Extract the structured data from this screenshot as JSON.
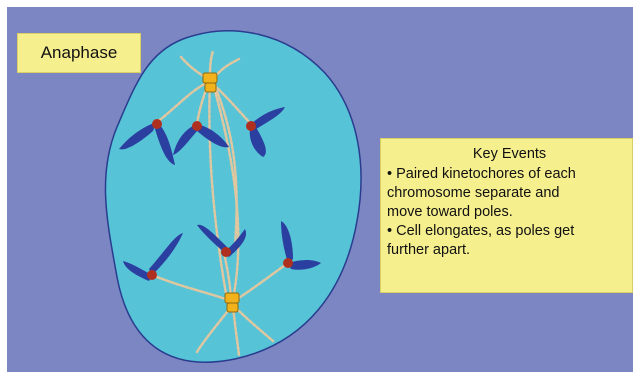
{
  "phase_label": "Anaphase",
  "key_events": {
    "title": "Key Events",
    "event_1": [
      "• Paired kinetochores of each",
      "chromosome separate and",
      "move toward poles."
    ],
    "event_2": [
      "• Cell elongates, as poles get",
      "further apart."
    ]
  },
  "colors": {
    "background": "#7b86c2",
    "cell": "#56c3d6",
    "cell_outline": "#2a3c8f",
    "chromosome": "#2b3fa0",
    "kinetochore": "#b03020",
    "centrosome": "#f2b21c",
    "spindle": "#e0c7a0",
    "label_fill": "#f6ef8e"
  }
}
